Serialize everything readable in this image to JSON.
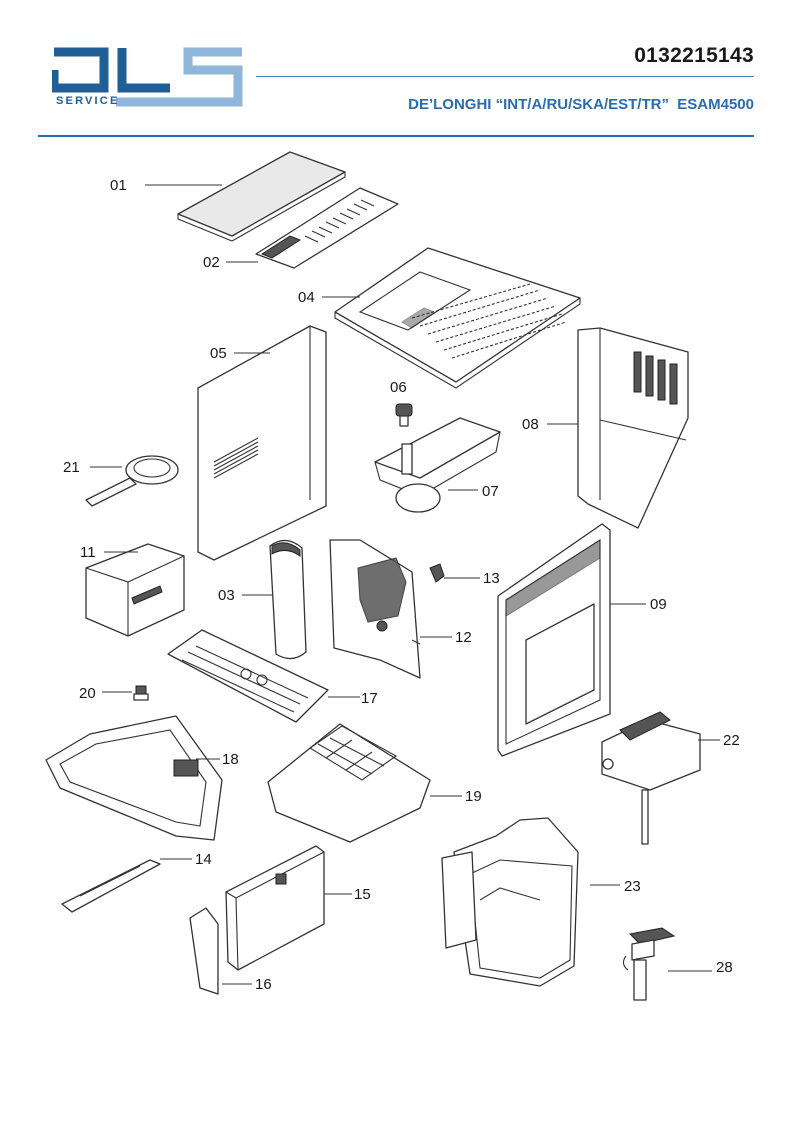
{
  "header": {
    "brand_line1": "DLS",
    "brand_line2": "SERVICE",
    "document_number": "0132215143",
    "model_line": "DE’LONGHI “INT/A/RU/SKA/EST/TR”  ESAM4500"
  },
  "colors": {
    "accent": "#2a6cb0",
    "logo_dark": "#1f5f96",
    "logo_light": "#8fb5d8"
  },
  "labels": {
    "p01": "01",
    "p02": "02",
    "p03": "03",
    "p04": "04",
    "p05": "05",
    "p06": "06",
    "p07": "07",
    "p08": "08",
    "p09": "09",
    "p11": "11",
    "p12": "12",
    "p13": "13",
    "p14": "14",
    "p15": "15",
    "p16": "16",
    "p17": "17",
    "p18": "18",
    "p19": "19",
    "p20": "20",
    "p21": "21",
    "p22": "22",
    "p23": "23",
    "p28": "28"
  }
}
